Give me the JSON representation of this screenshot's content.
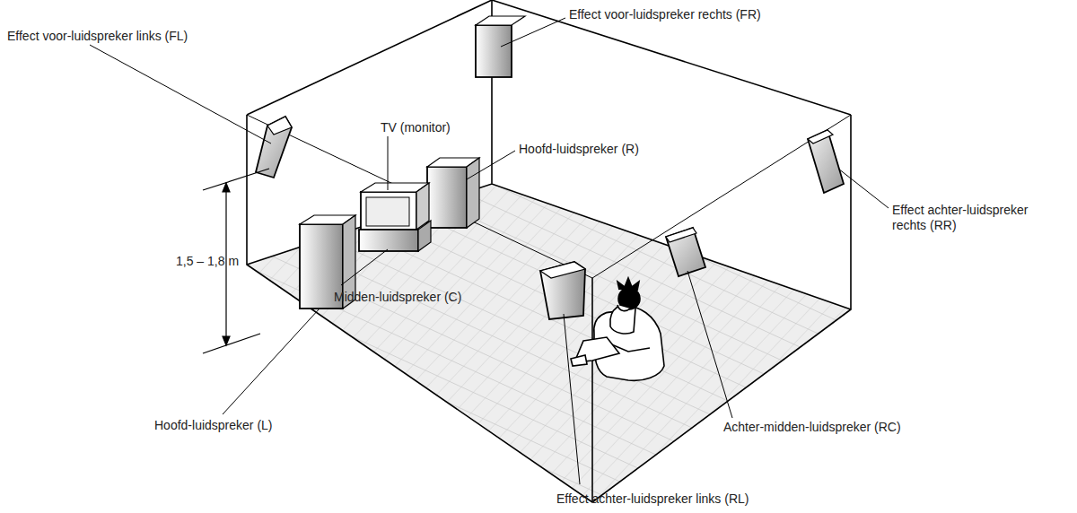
{
  "diagram": {
    "labels": [
      "Effect voor-luidspreker links (FL)",
      "Effect voor-luidspreker rechts (FR)",
      "TV (monitor)",
      "Hoofd-luidspreker (R)",
      "Effect achter-luidspreker rechts (RR)",
      "1,5 – 1,8 m",
      "Midden-luidspreker (C)",
      "Hoofd-luidspreker (L)",
      "Achter-midden-luidspreker (RC)",
      "Effect achter-luidspreker links (RL)"
    ]
  }
}
